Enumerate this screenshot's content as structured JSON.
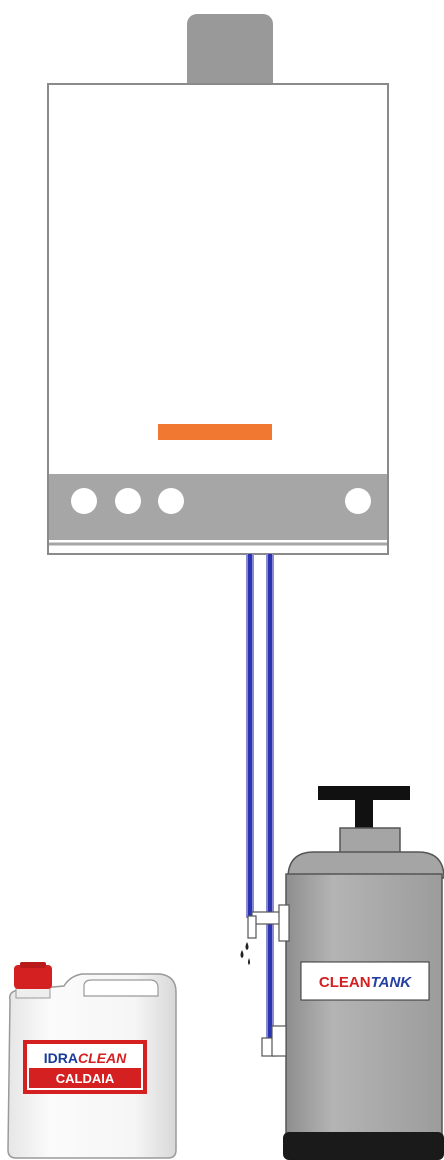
{
  "boiler": {
    "indicator_color": "#f07830",
    "panel_color": "#a6a6a6",
    "body_color": "#ffffff",
    "flue_color": "#999999",
    "left_knob_count": 3,
    "right_knob_count": 1
  },
  "pipes": {
    "color": "#2b33b0"
  },
  "cleantank": {
    "label_part1": "CLEAN",
    "label_part2": "TANK",
    "label_part1_color": "#d42020",
    "label_part2_color": "#2540a0",
    "body_color": "#a5a5a5"
  },
  "canister": {
    "label_line1_part1": "IDRA",
    "label_line1_part2": "CLEAN",
    "label_line2": "CALDAIA",
    "label_line1_part1_color": "#1a3a9a",
    "label_border_color": "#d42020",
    "cap_color": "#d42020"
  }
}
